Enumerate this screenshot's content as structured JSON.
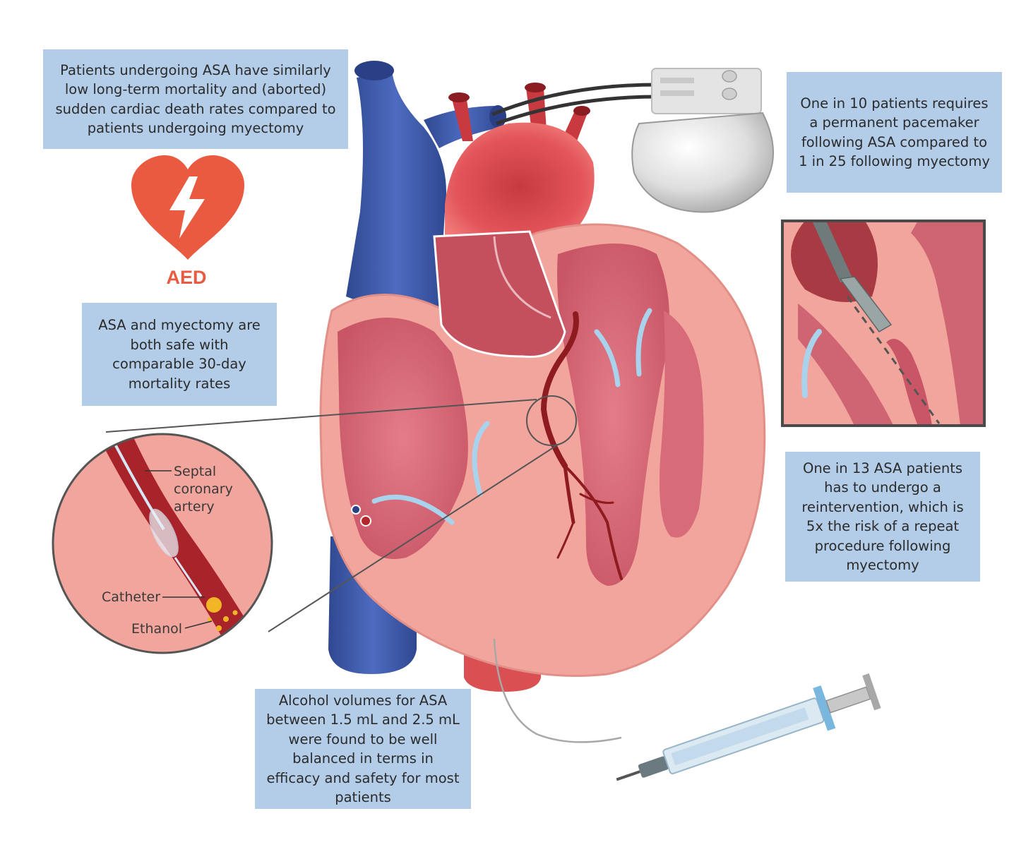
{
  "callouts": {
    "mortality": "Patients undergoing ASA have similarly low long-term mortality and (aborted) sudden cardiac death rates compared to patients undergoing myectomy",
    "pacemaker": "One in 10 patients requires a permanent pacemaker following ASA compared to 1 in 25 following myectomy",
    "safety": "ASA and myectomy are both safe with comparable 30-day mortality rates",
    "reintervention": "One in 13 ASA patients has to undergo a reintervention, which is 5x the risk of a repeat procedure following myectomy",
    "alcohol": "Alcohol volumes for ASA between 1.5 mL and 2.5 mL were found to be well balanced in terms in efficacy and safety for most patients"
  },
  "aed": {
    "label": "AED",
    "icon": "aed-heart-lightning-icon",
    "color": "#ea5a40"
  },
  "inset_labels": {
    "septal_1": "Septal",
    "septal_2": "coronary",
    "septal_3": "artery",
    "catheter": "Catheter",
    "ethanol": "Ethanol"
  },
  "colors": {
    "callout_bg": "#b3cde9",
    "myocardium": "#f2a59c",
    "chamber": "#cf6573",
    "vein": "#3f5ba8",
    "aorta": "#d8474a",
    "septal_artery": "#8e1b1f",
    "ethanol": "#f2b525"
  }
}
